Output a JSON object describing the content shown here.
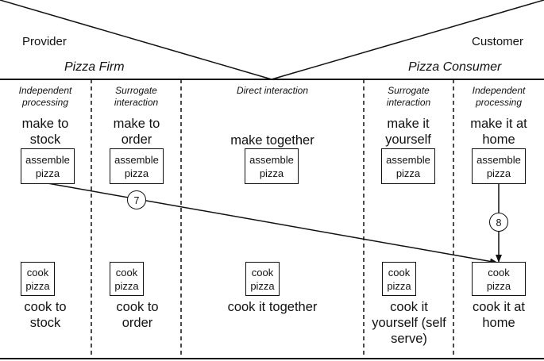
{
  "header": {
    "provider": "Provider",
    "customer": "Customer",
    "pizza_firm": "Pizza Firm",
    "pizza_consumer": "Pizza Consumer"
  },
  "columns": [
    {
      "head": "Independent processing",
      "make": "make to stock",
      "cook": "cook to stock"
    },
    {
      "head": "Surrogate interaction",
      "make": "make to order",
      "cook": "cook to order"
    },
    {
      "head": "Direct interaction",
      "make": "make together",
      "cook": "cook it together"
    },
    {
      "head": "Surrogate interaction",
      "make": "make it yourself",
      "cook": "cook it yourself (self serve)"
    },
    {
      "head": "Independent processing",
      "make": "make it at home",
      "cook": "cook it at home"
    }
  ],
  "boxes": {
    "assemble": "assemble pizza",
    "cook": "cook pizza"
  },
  "arrows": {
    "arrow7": "7",
    "arrow8": "8"
  }
}
